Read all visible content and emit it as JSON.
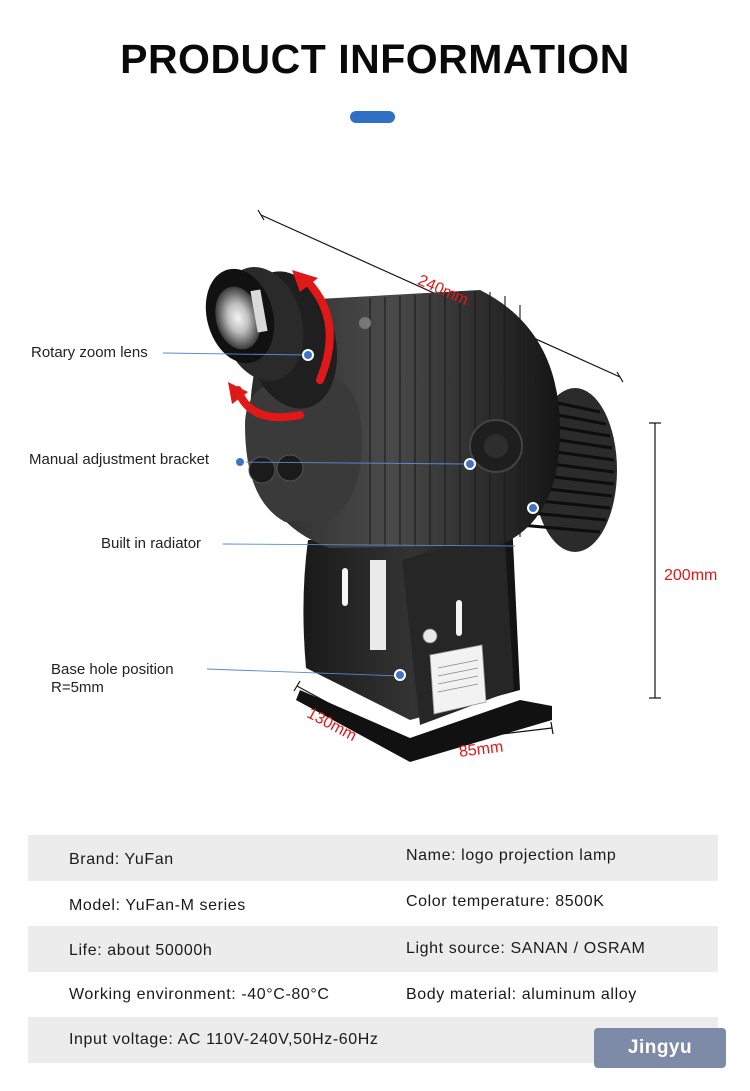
{
  "header": {
    "title": "PRODUCT INFORMATION",
    "accent_color": "#2f6fc4"
  },
  "figure": {
    "callouts": [
      {
        "id": "zoom",
        "text": "Rotary zoom lens"
      },
      {
        "id": "bracket",
        "text": "Manual adjustment bracket"
      },
      {
        "id": "radiator",
        "text": "Built in radiator"
      },
      {
        "id": "base1",
        "text": "Base hole position"
      },
      {
        "id": "base2",
        "text": "R=5mm"
      }
    ],
    "dimensions": {
      "length": "240mm",
      "height": "200mm",
      "depth": "130mm",
      "width": "85mm"
    },
    "dimension_color": "#e01818"
  },
  "specs": {
    "rows": [
      {
        "left": "Brand: YuFan",
        "right": "Name: logo projection lamp"
      },
      {
        "left": "Model: YuFan-M series",
        "right": "Color temperature: 8500K"
      },
      {
        "left": "Life: about 50000h",
        "right": "Light source: SANAN / OSRAM"
      },
      {
        "left": "Working environment: -40°C-80°C",
        "right": "Body material: aluminum alloy"
      },
      {
        "left": "Input voltage: AC 110V-240V,50Hz-60Hz",
        "right": ""
      }
    ]
  },
  "watermark": {
    "text": "Jingyu"
  }
}
